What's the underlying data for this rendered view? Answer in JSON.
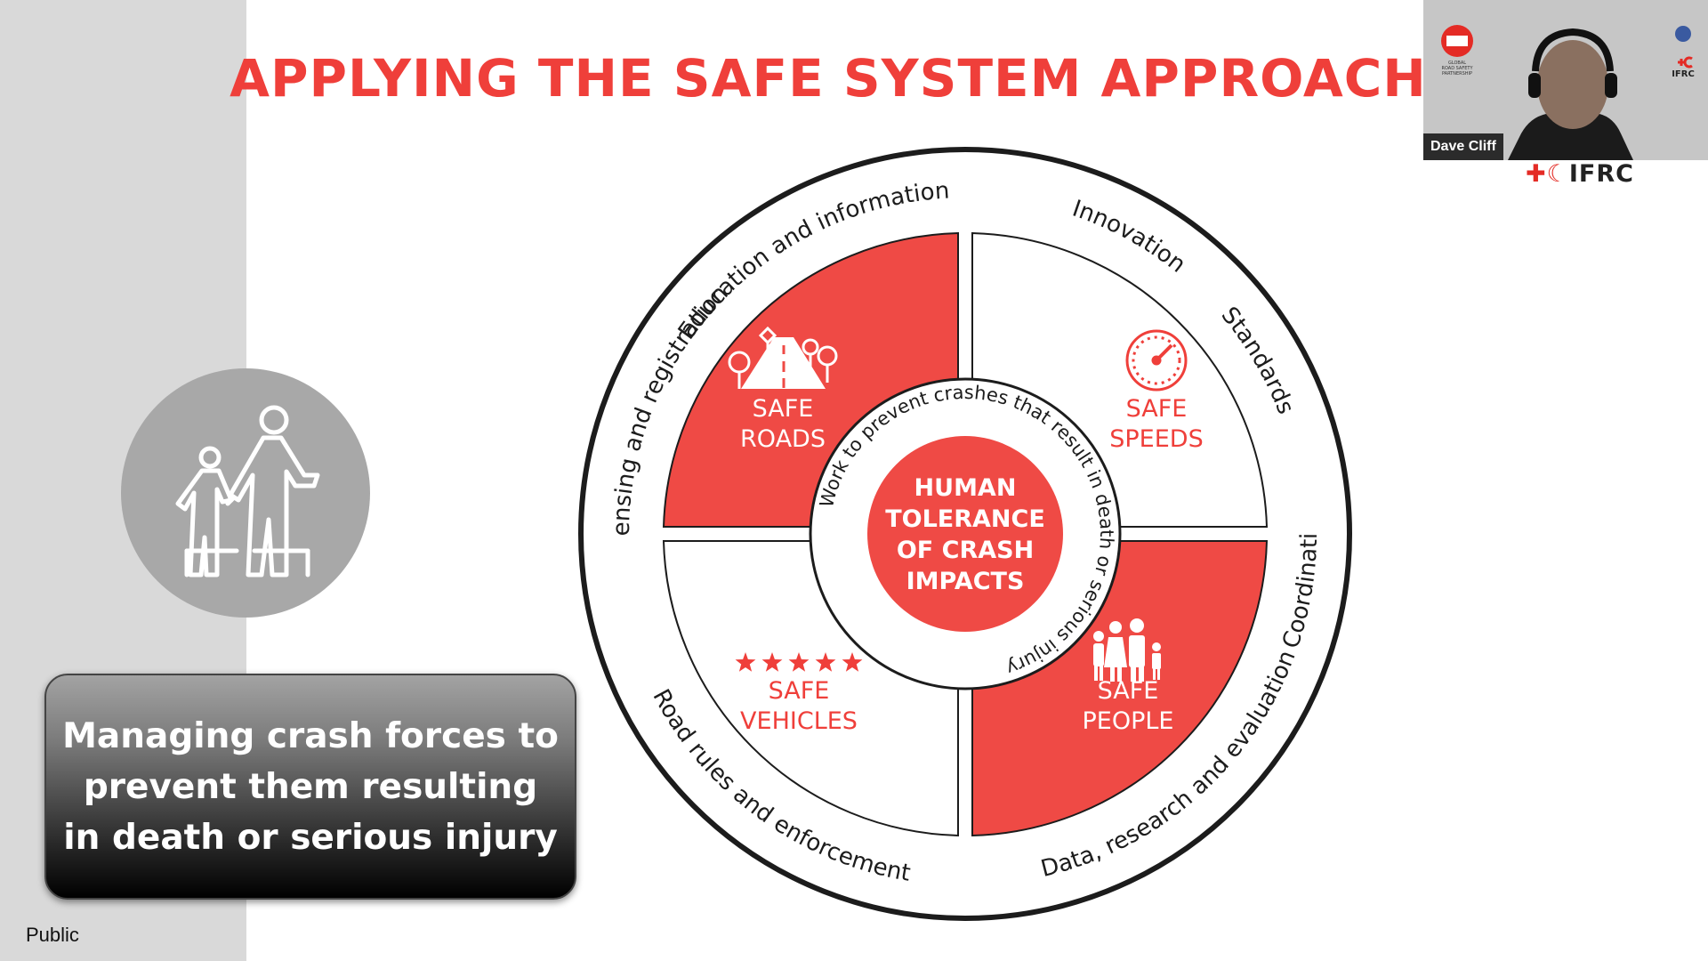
{
  "slide": {
    "title": "APPLYING THE SAFE SYSTEM APPROACH",
    "caption": "Managing crash forces to prevent them resulting in death or serious injury",
    "classification": "Public",
    "accent_color": "#ef3f3a"
  },
  "wheel": {
    "quadrants": {
      "roads": {
        "line1": "SAFE",
        "line2": "ROADS"
      },
      "speeds": {
        "line1": "SAFE",
        "line2": "SPEEDS"
      },
      "vehicles": {
        "line1": "SAFE",
        "line2": "VEHICLES"
      },
      "people": {
        "line1": "SAFE",
        "line2": "PEOPLE"
      }
    },
    "center": [
      "HUMAN",
      "TOLERANCE",
      "OF CRASH",
      "IMPACTS"
    ],
    "inner_ring_text": "Work to prevent crashes that result in death or serious injury",
    "outer_labels": {
      "education": "Education and information",
      "innovation": "Innovation",
      "standards": "Standards",
      "coordination": "Coordination",
      "data": "Data, research and evaluation",
      "road_rules": "Road rules and enforcement",
      "licensing": "Licensing and registration"
    }
  },
  "video": {
    "participant_name": "Dave Cliff",
    "footer_logo": "IFRC",
    "logo_left_lines": [
      "GLOBAL",
      "ROAD SAFETY",
      "PARTNERSHIP"
    ],
    "logo_right_text": "IFRC"
  },
  "icons": {
    "pedestrian": "pedestrian-family-icon",
    "road": "road-icon",
    "speedometer": "speedometer-icon",
    "stars": "five-stars-icon",
    "people": "family-icon"
  }
}
